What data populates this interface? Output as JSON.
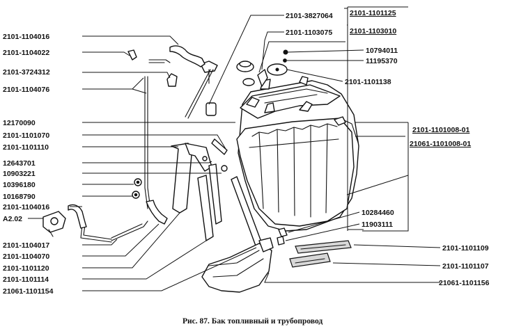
{
  "caption": "Рис. 87. Бак топливный и трубопровод",
  "labels": {
    "l_2101_1104016_top": "2101-1104016",
    "l_2101_1104022": "2101-1104022",
    "l_2101_3724312": "2101-3724312",
    "l_2101_1104076": "2101-1104076",
    "l_12170090": "12170090",
    "l_2101_1101070": "2101-1101070",
    "l_2101_1101110": "2101-1101110",
    "l_12643701": "12643701",
    "l_10903221": "10903221",
    "l_10396180": "10396180",
    "l_10168790": "10168790",
    "l_2101_1104016_low": "2101-1104016",
    "l_a202": "A2.02",
    "l_2101_1104017": "2101-1104017",
    "l_2101_1104070": "2101-1104070",
    "l_2101_1101120": "2101-1101120",
    "l_2101_1101114": "2101-1101114",
    "l_21061_1101154": "21061-1101154",
    "l_2101_3827064": "2101-3827064",
    "l_2101_1101125": "2101-1101125",
    "l_2101_1103075": "2101-1103075",
    "l_2101_1103010": "2101-1103010",
    "l_10794011": "10794011",
    "l_11195370": "11195370",
    "l_2101_1101138": "2101-1101138",
    "l_2101_1101008_01": "2101-1101008-01",
    "l_21061_1101008_01": "21061-1101008-01",
    "l_10284460": "10284460",
    "l_11903111": "11903111",
    "l_2101_1101109": "2101-1101109",
    "l_2101_1101107": "2101-1101107",
    "l_21061_1101156": "21061-1101156"
  }
}
